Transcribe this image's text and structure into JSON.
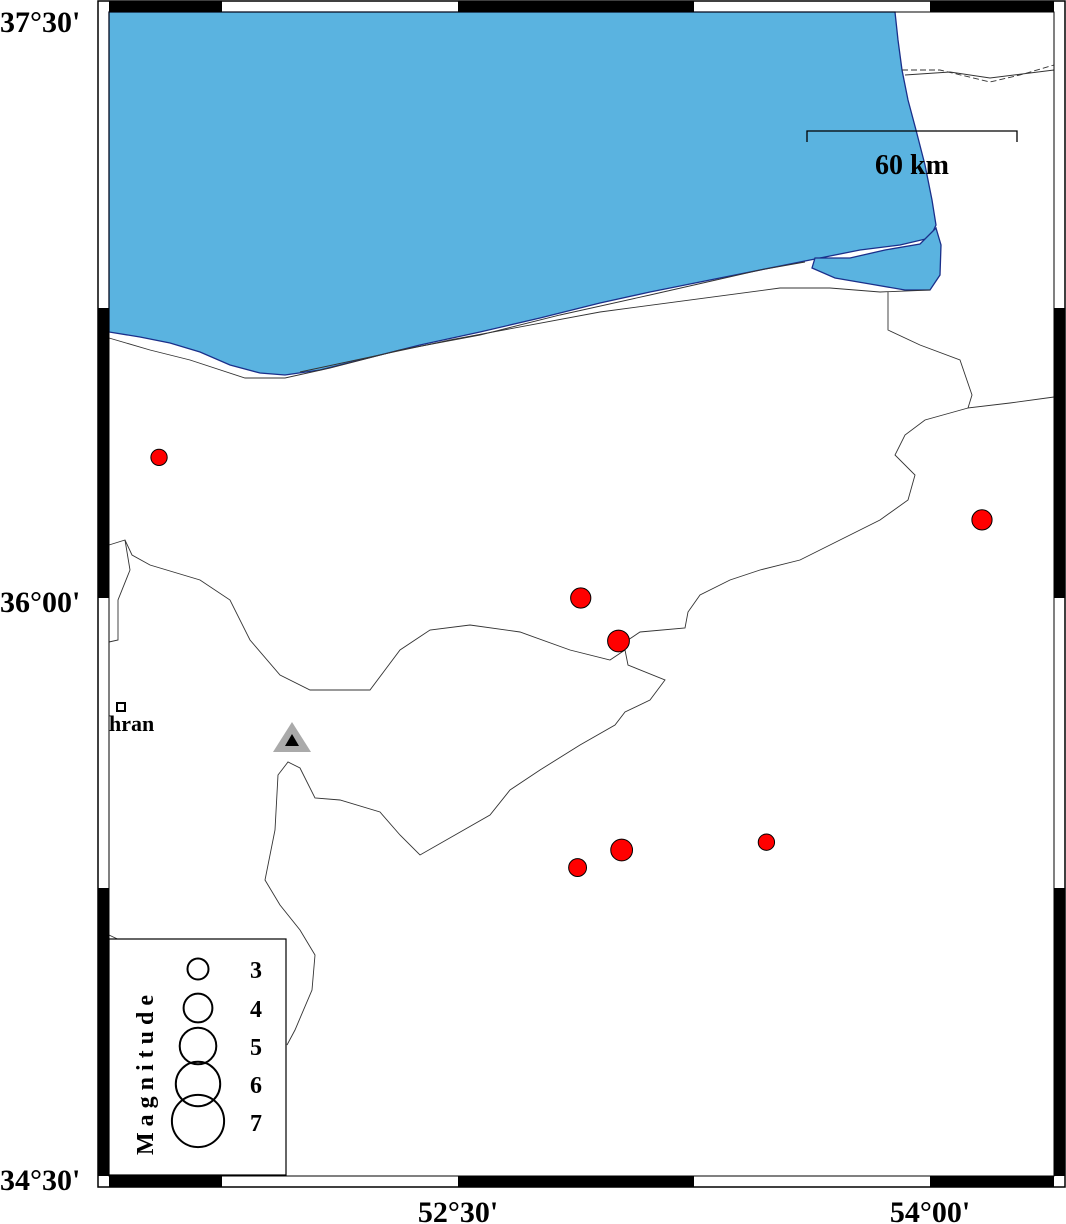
{
  "map": {
    "lat_labels": [
      "37°30'",
      "36°00'",
      "34°30'"
    ],
    "lon_labels": [
      "52°30'",
      "54°00'"
    ],
    "sea_color": "#5ab3e0",
    "coast_color": "#1a2f8a",
    "event_color": "#ff0000",
    "scale_bar": {
      "label": "60 km"
    },
    "station": {
      "label": "hran"
    },
    "events": [
      {
        "lon": 51.55,
        "lat": 36.36,
        "mag": 2.4
      },
      {
        "lon": 54.165,
        "lat": 36.2,
        "mag": 2.9
      },
      {
        "lon": 52.89,
        "lat": 36.0,
        "mag": 2.9
      },
      {
        "lon": 53.01,
        "lat": 35.89,
        "mag": 3.1
      },
      {
        "lon": 53.02,
        "lat": 35.355,
        "mag": 3.1
      },
      {
        "lon": 52.88,
        "lat": 35.31,
        "mag": 2.6
      },
      {
        "lon": 53.48,
        "lat": 35.375,
        "mag": 2.4
      }
    ],
    "legend": {
      "title": "Magnitude",
      "entries": [
        "3",
        "4",
        "5",
        "6",
        "7"
      ],
      "magnitudes": [
        3,
        4,
        5,
        6,
        7
      ]
    }
  }
}
